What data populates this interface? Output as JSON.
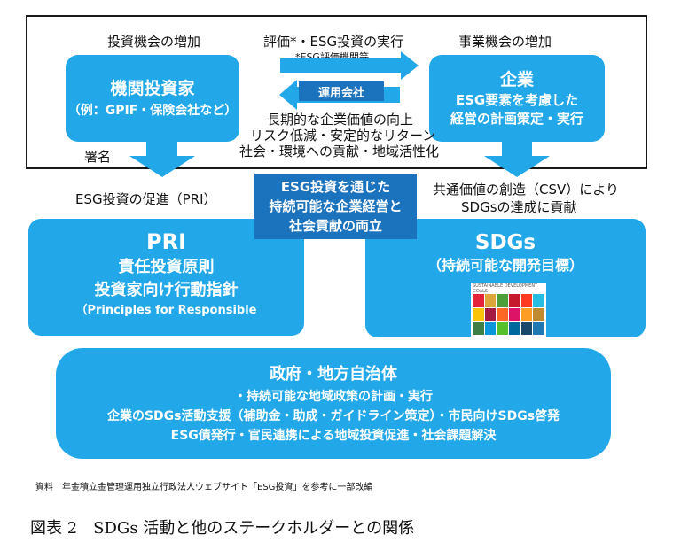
{
  "top": {
    "left_caption": "投資機会の増加",
    "mid_caption": "評価*・ESG投資の実行",
    "mid_note": "*ESG評価機関等",
    "right_caption": "事業機会の増加",
    "investor_title": "機関投資家",
    "investor_sub": "（例：GPIF・保険会社など）",
    "asset_manager": "運用会社",
    "benefits": [
      "長期的な企業価値の向上",
      "リスク低減・安定的なリターン",
      "社会・環境への貢献・地域活性化"
    ],
    "company_title": "企業",
    "company_lines": [
      "ESG要素を考慮した",
      "経営の計画策定・実行"
    ],
    "signature": "署名"
  },
  "middle": {
    "left_caption": "ESG投資の促進（PRI）",
    "right_caption_lines": [
      "共通価値の創造（CSV）により",
      "SDGsの達成に貢献"
    ],
    "center_lines": [
      "ESG投資を通じた",
      "持続可能な企業経営と",
      "社会貢献の両立"
    ]
  },
  "pri": {
    "title": "PRI",
    "lines": [
      "責任投資原則",
      "投資家向け行動指針"
    ],
    "english": "（Principles for Responsible"
  },
  "sdgs": {
    "title": "SDGs",
    "subtitle": "（持続可能な開発目標）",
    "logo_text": "SUSTAINABLE DEVELOPMENT GOALS",
    "tile_colors": [
      "#e5243b",
      "#dda63a",
      "#4c9f38",
      "#c5192d",
      "#ff3a21",
      "#26bde2",
      "#fcc30b",
      "#a21942",
      "#fd6925",
      "#dd1367",
      "#fd9d24",
      "#bf8b2e",
      "#3f7e44",
      "#0a97d9",
      "#56c02b",
      "#00689d",
      "#19486a",
      "#1f77b4"
    ]
  },
  "gov": {
    "title": "政府・地方自治体",
    "lines": [
      "・持続可能な地域政策の計画・実行",
      "企業のSDGs活動支援（補助金・助成・ガイドライン策定）・市民向けSDGs啓発",
      "ESG債発行・官民連携による地域投資促進・社会課題解決"
    ]
  },
  "source": "資料　年金積立金管理運用独立行政法人ウェブサイト「ESG投資」を参考に一部改編",
  "caption": "図表 2　SDGs 活動と他のステークホルダーとの関係",
  "colors": {
    "light_blue": "#22a8e8",
    "dark_blue": "#1b72bd"
  }
}
